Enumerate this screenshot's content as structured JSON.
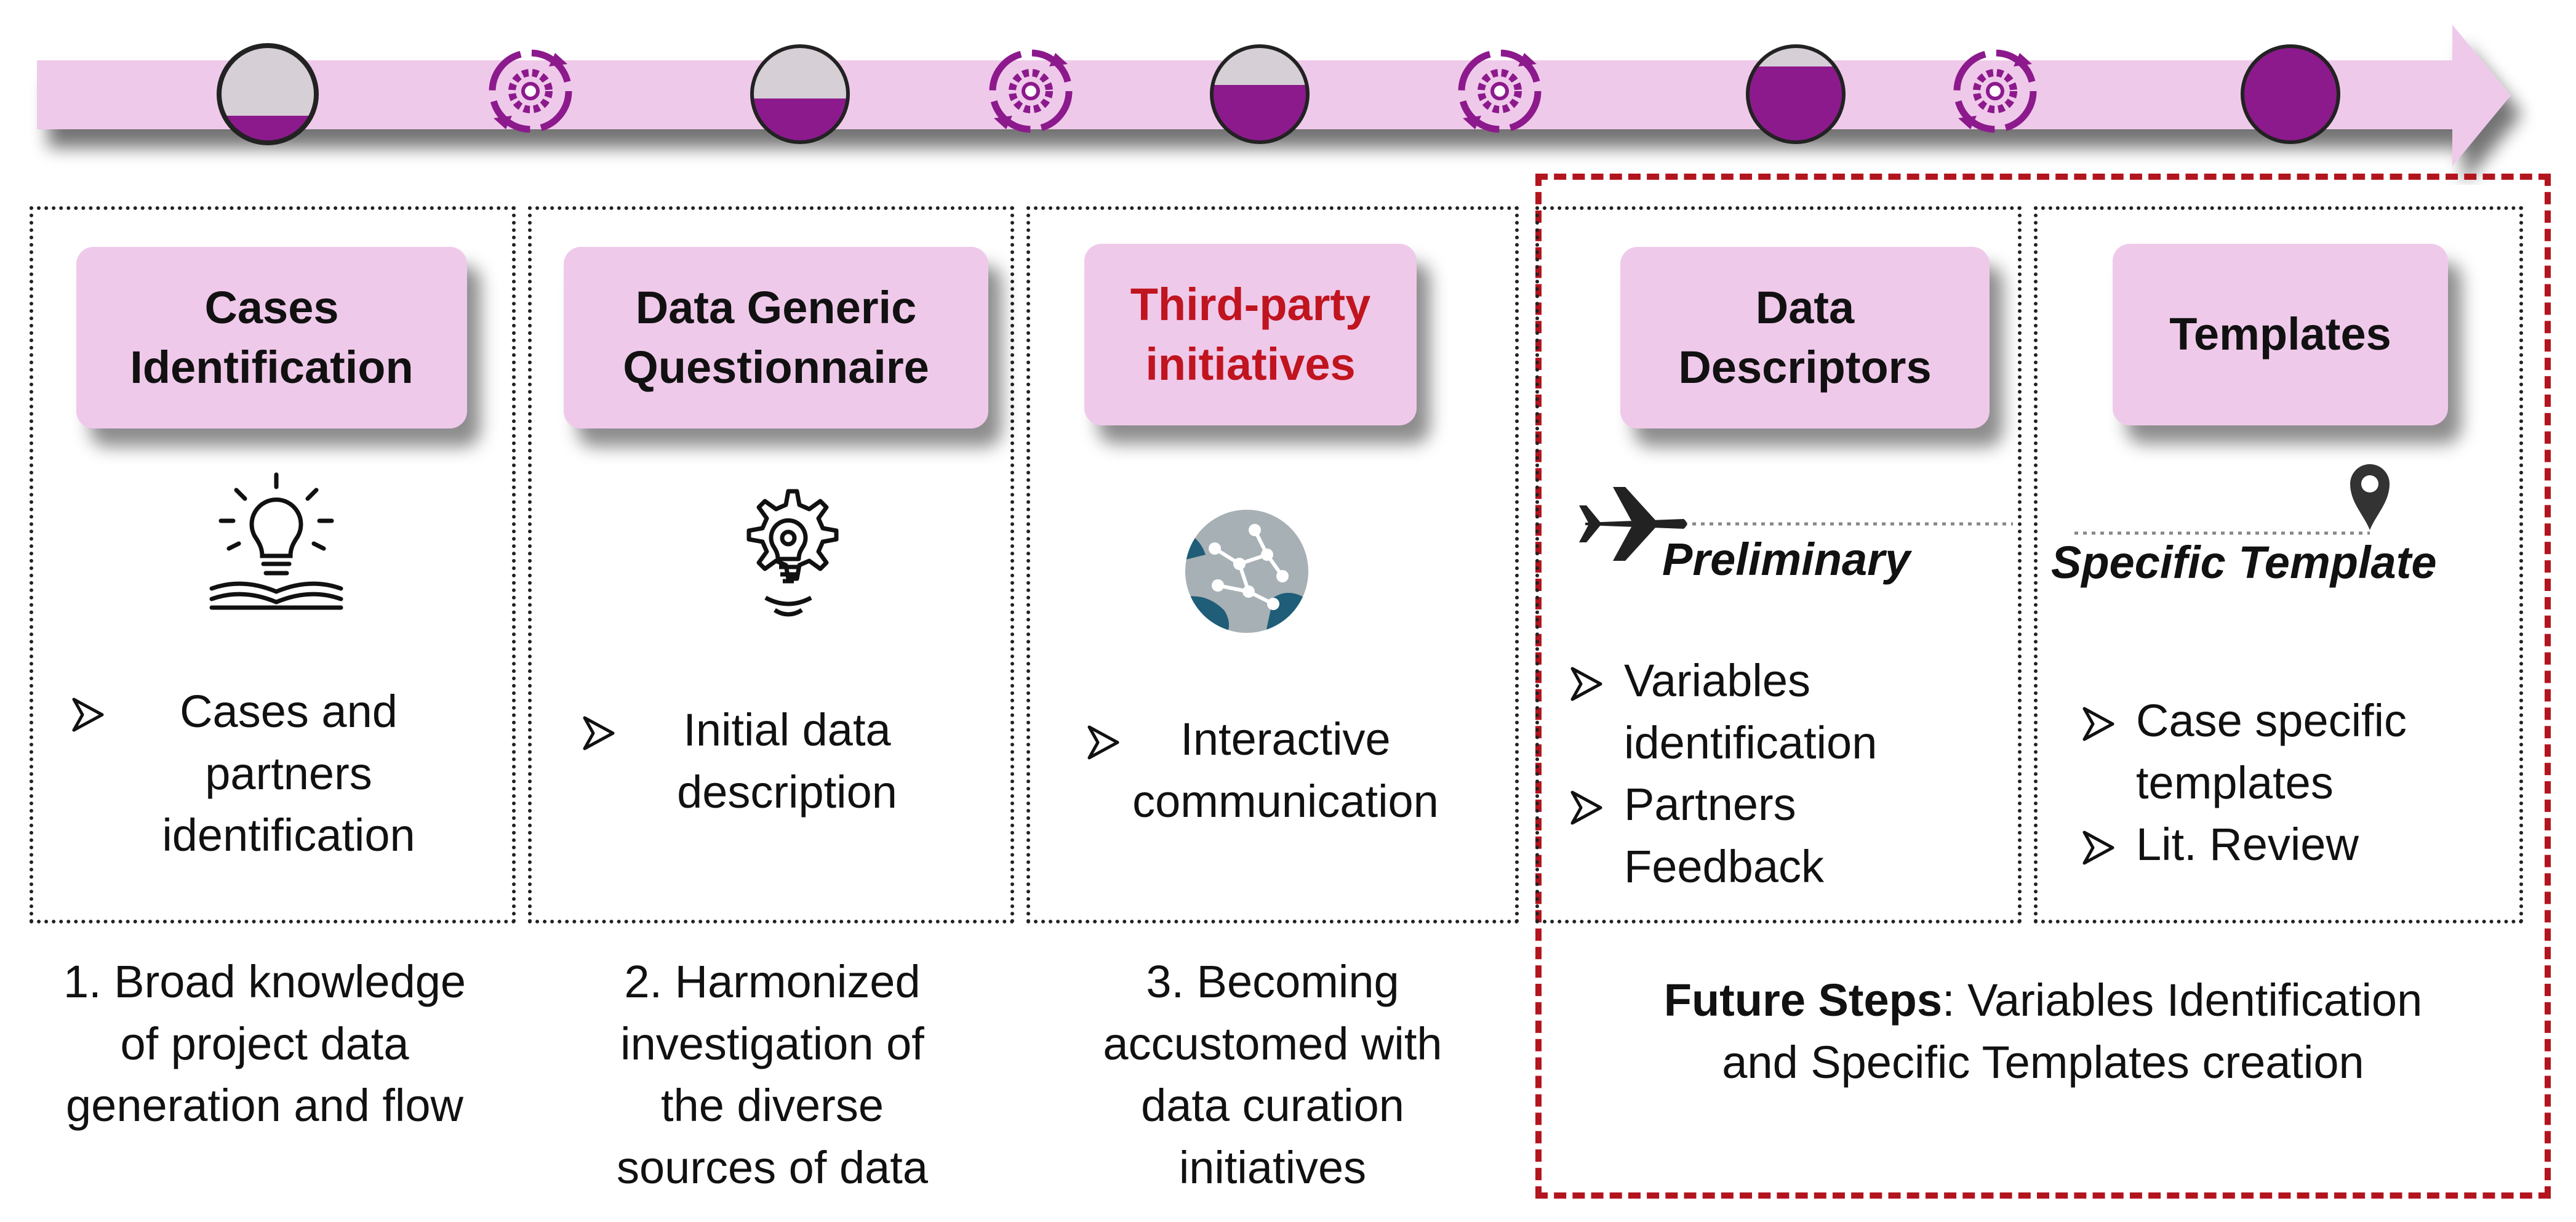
{
  "timeline": {
    "arrow_color": "#efc9ea",
    "accent_color": "#8c1a8c",
    "milestones": [
      {
        "fill": 0.25
      },
      {
        "fill": 0.45
      },
      {
        "fill": 0.62
      },
      {
        "fill": 0.82
      },
      {
        "fill": 1.0
      }
    ],
    "connector_icon": "cycle-gear-icon"
  },
  "stages": [
    {
      "title_line1": "Cases",
      "title_line2": "Identification",
      "icon": "lightbulb-book-icon",
      "bullets": [
        "Cases and partners identification"
      ],
      "bullet_line1": "Cases and",
      "bullet_line2": "partners",
      "bullet_line3": "identification"
    },
    {
      "title_line1": "Data Generic",
      "title_line2": "Questionnaire",
      "icon": "gear-lightbulb-icon",
      "bullet_line1": "Initial data",
      "bullet_line2": "description"
    },
    {
      "title_line1": "Third-party",
      "title_line2": "initiatives",
      "title_color": "#c0141f",
      "icon": "network-globe-icon",
      "bullet_line1": "Interactive",
      "bullet_line2": "communication"
    },
    {
      "title_line1": "Data",
      "title_line2": "Descriptors",
      "icon": "airplane-icon",
      "path_label": "Preliminary",
      "bullets": [
        {
          "line1": "Variables",
          "line2": "identification"
        },
        {
          "line1": "Partners",
          "line2": "Feedback"
        }
      ]
    },
    {
      "title_line1": "Templates",
      "icon": "location-pin-icon",
      "path_label": "Specific Template",
      "bullets": [
        {
          "line1": "Case specific",
          "line2": "templates"
        },
        {
          "line1": "Lit. Review"
        }
      ]
    }
  ],
  "captions": [
    {
      "line1": "1. Broad knowledge",
      "line2": "of project data",
      "line3": "generation and flow"
    },
    {
      "line1": "2. Harmonized",
      "line2": "investigation of",
      "line3": "the diverse",
      "line4": "sources of data"
    },
    {
      "line1": "3. Becoming",
      "line2": "accustomed with",
      "line3": "data curation",
      "line4": "initiatives"
    }
  ],
  "future": {
    "frame_color": "#b3151f",
    "bold": "Future Steps",
    "rest_line1": ": Variables Identification",
    "line2": "and Specific Templates creation"
  }
}
